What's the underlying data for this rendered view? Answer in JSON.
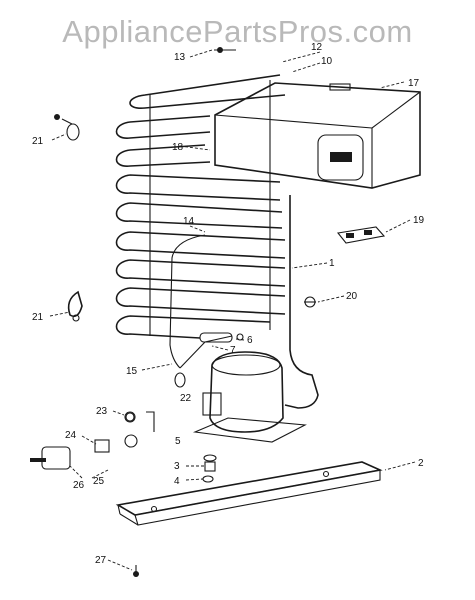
{
  "watermark": "AppliancePartsPros.com",
  "callouts": [
    "13",
    "12",
    "10",
    "17",
    "21",
    "18",
    "14",
    "19",
    "1",
    "20",
    "21",
    "6",
    "7",
    "15",
    "22",
    "23",
    "5",
    "24",
    "3",
    "4",
    "26",
    "25",
    "2",
    "27"
  ]
}
